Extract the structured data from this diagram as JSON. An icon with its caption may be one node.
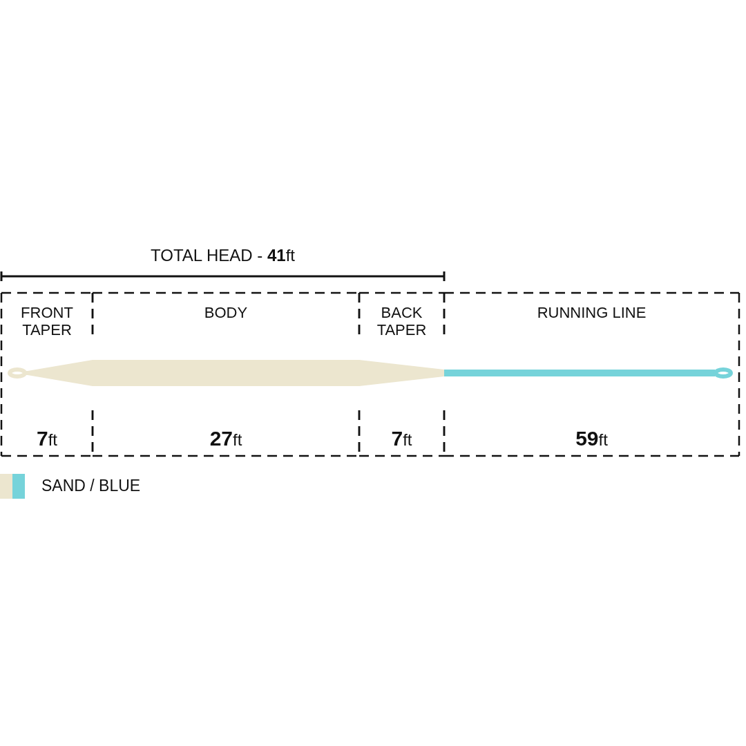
{
  "diagram": {
    "nodes": [
      {
        "text": [
          "FRONT TAPER",
          "**7**ft"
        ]
      },
      {
        "text": [
          "BODY",
          "**27**ft"
        ]
      },
      {
        "text": [
          "BACK TAPER",
          "**7**ft"
        ]
      },
      {
        "text": [
          "RUNNING LINE",
          "**59**ft"
        ]
      }
    ],
    "edges": [],
    "labels": [
      "TOTAL HEAD - **41**ft"
    ],
    "legend": [
      {
        "text": "SAND / BLUE"
      }
    ]
  }
}
